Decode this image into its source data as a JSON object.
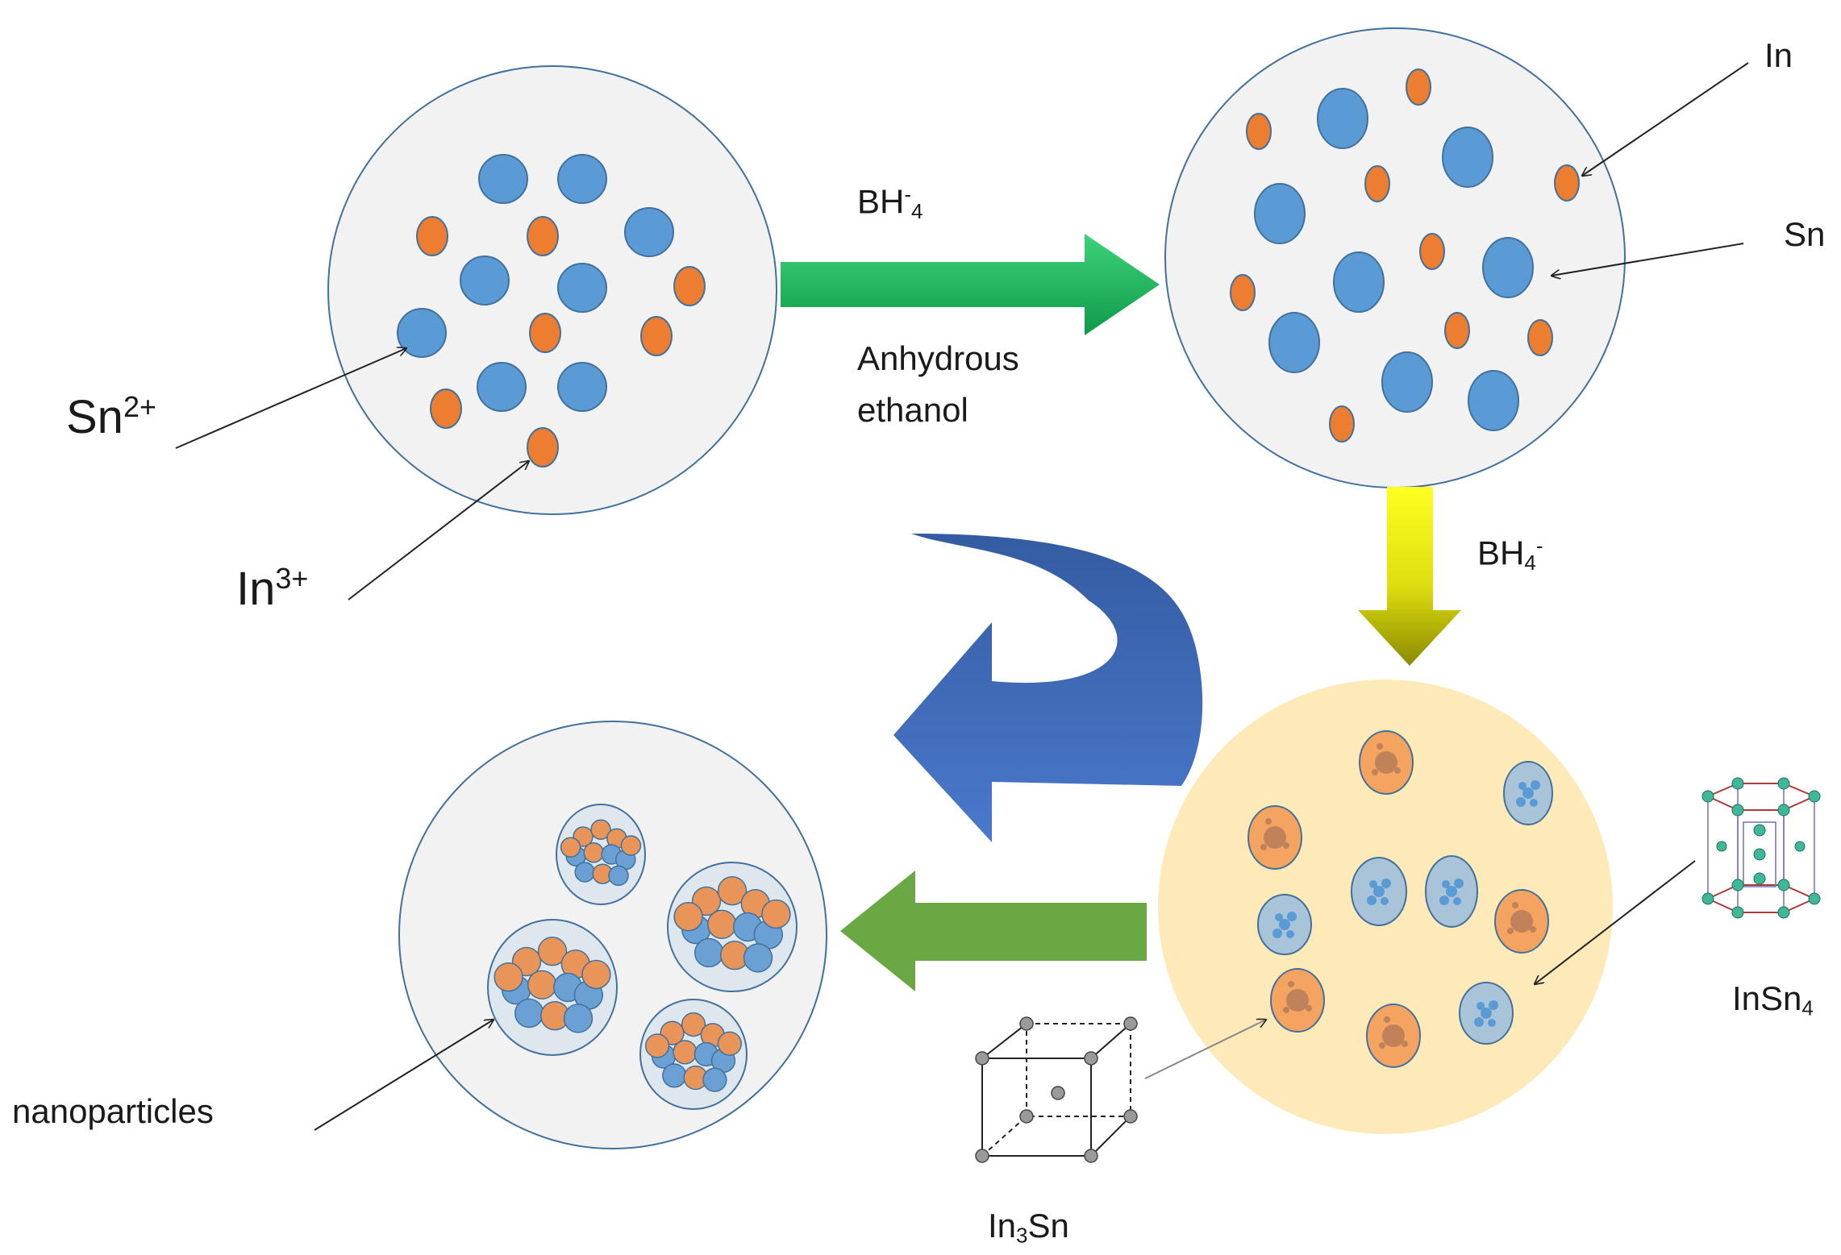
{
  "labels": {
    "sn2_base": "Sn",
    "sn2_sup": "2+",
    "in3_base": "In",
    "in3_sup": "3+",
    "bh4_top_base": "BH",
    "bh4_top_sup": "-",
    "bh4_top_sub": "4",
    "anhydrous": "Anhydrous",
    "ethanol": "ethanol",
    "in": "In",
    "sn": "Sn",
    "bh4_right_base": "BH",
    "bh4_right_sub": "4",
    "bh4_right_sup": "-",
    "insn4_base": "InSn",
    "insn4_sub": "4",
    "in3sn_base": "In",
    "in3sn_sub": "3",
    "in3sn_tail": "Sn",
    "nanoparticles": "nanoparticles"
  },
  "colors": {
    "sn_blue": "#5b9bd5",
    "in_orange": "#ed7d31",
    "circle_fill": "#f2f2f2",
    "circle_stroke": "#41719c",
    "yellow_circle": "#fdeab8",
    "green_arrow": "#1db954",
    "yellow_arrow": "#e8e800",
    "curved_arrow": "#3a64b0",
    "olive_arrow": "#6aa843"
  }
}
